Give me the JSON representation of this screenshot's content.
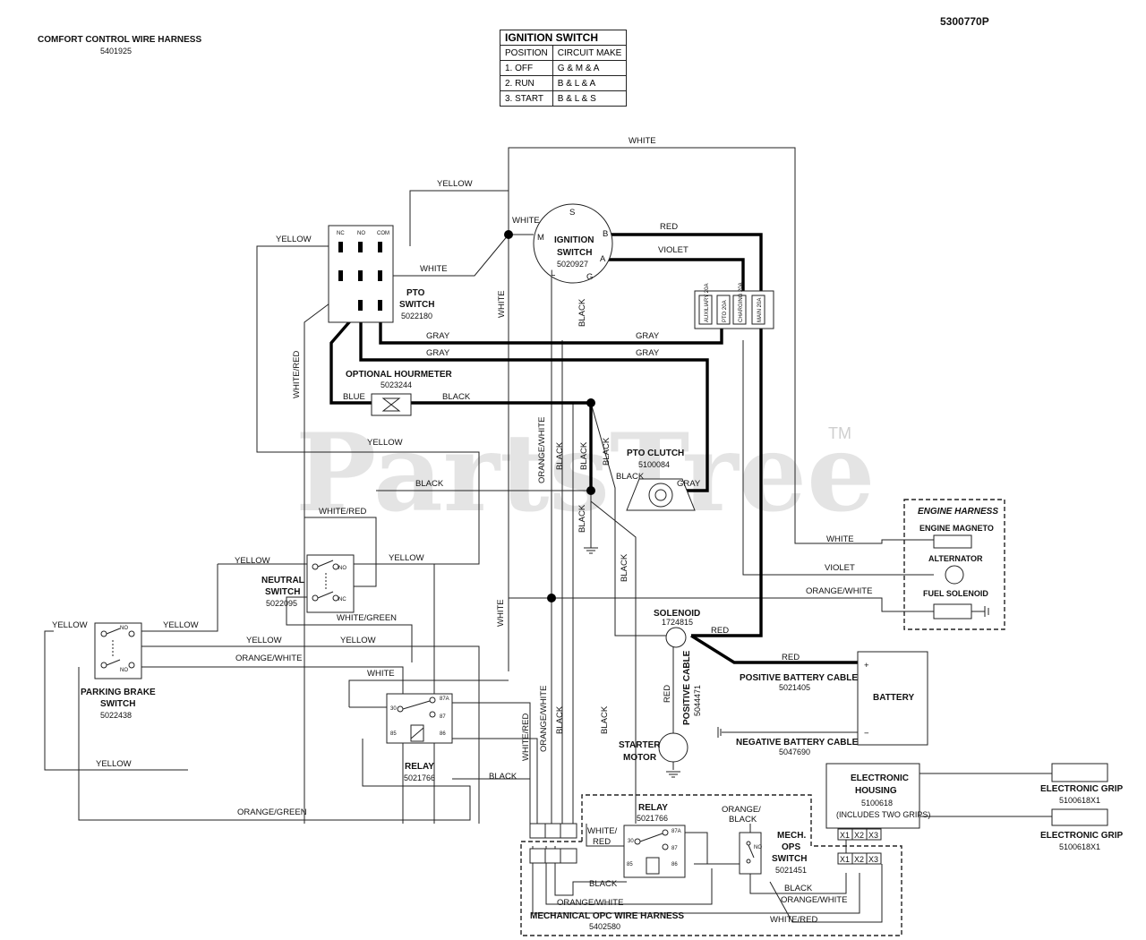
{
  "doc_number": "5300770P",
  "harness_title": "COMFORT CONTROL WIRE HARNESS",
  "harness_pn": "5401925",
  "ignition_table": {
    "title": "IGNITION SWITCH",
    "headers": [
      "POSITION",
      "CIRCUIT MAKE"
    ],
    "rows": [
      [
        "1. OFF",
        "G & M & A"
      ],
      [
        "2. RUN",
        "B & L & A"
      ],
      [
        "3. START",
        "B & L & S"
      ]
    ]
  },
  "watermark": "PartsTree",
  "watermark_tm": "TM",
  "components": {
    "ignition_switch": {
      "name1": "IGNITION",
      "name2": "SWITCH",
      "pn": "5020927",
      "t_s": "S",
      "t_m": "M",
      "t_b": "B",
      "t_a": "A",
      "t_l": "L",
      "t_g": "G"
    },
    "pto_switch": {
      "name1": "PTO",
      "name2": "SWITCH",
      "pn": "5022180",
      "nc": "NC",
      "no": "NO",
      "com": "COM"
    },
    "hourmeter": {
      "name": "OPTIONAL HOURMETER",
      "pn": "5023244"
    },
    "pto_clutch": {
      "name": "PTO CLUTCH",
      "pn": "5100084"
    },
    "neutral_switch": {
      "name1": "NEUTRAL",
      "name2": "SWITCH",
      "pn": "5022095",
      "no": "NO",
      "nc": "NC"
    },
    "parking_brake": {
      "name1": "PARKING BRAKE",
      "name2": "SWITCH",
      "pn": "5022438",
      "no1": "NO",
      "no2": "NO"
    },
    "relay1": {
      "name": "RELAY",
      "pn": "5021766",
      "p30": "30",
      "p87a": "87A",
      "p87": "87",
      "p85": "85",
      "p86": "86"
    },
    "solenoid": {
      "name": "SOLENOID",
      "pn": "1724815"
    },
    "starter": {
      "name1": "STARTER",
      "name2": "MOTOR"
    },
    "battery": {
      "name": "BATTERY",
      "plus": "+",
      "minus": "−"
    },
    "pos_cable": {
      "name": "POSITIVE BATTERY CABLE",
      "pn": "5021405"
    },
    "neg_cable": {
      "name": "NEGATIVE BATTERY CABLE",
      "pn": "5047690"
    },
    "pos_cable_v": {
      "name": "POSITIVE CABLE",
      "pn": "5044471"
    },
    "engine_harness": {
      "title": "ENGINE HARNESS",
      "magneto": "ENGINE MAGNETO",
      "alternator": "ALTERNATOR",
      "fuel_solenoid": "FUEL SOLENOID"
    },
    "fuse_block": {
      "f1": "AUXILIARY 20A",
      "f2": "PTO 20A",
      "f3": "CHARGING 20A",
      "f4": "MAIN 20A"
    },
    "electronic_housing": {
      "name1": "ELECTRONIC",
      "name2": "HOUSING",
      "pn": "5100618",
      "note": "(INCLUDES TWO GRIPS)",
      "x1": "X1",
      "x2": "X2",
      "x3": "X3"
    },
    "grip1": {
      "name": "ELECTRONIC GRIP",
      "pn": "5100618X1"
    },
    "grip2": {
      "name": "ELECTRONIC GRIP",
      "pn": "5100618X1"
    },
    "relay2": {
      "name": "RELAY",
      "pn": "5021766",
      "p30": "30",
      "p87a": "87A",
      "p87": "87",
      "p85": "85",
      "p86": "86"
    },
    "mech_ops": {
      "name1": "MECH.",
      "name2": "OPS",
      "name3": "SWITCH",
      "pn": "5021451",
      "no": "NO",
      "x1": "X1",
      "x2": "X2",
      "x3": "X3"
    },
    "opc_harness": {
      "name": "MECHANICAL OPC WIRE HARNESS",
      "pn": "5402580"
    }
  },
  "wire_labels": {
    "white_top": "WHITE",
    "yellow_top": "YELLOW",
    "white_ign": "WHITE",
    "red_b": "RED",
    "violet_a": "VIOLET",
    "yellow_pto": "YELLOW",
    "white_pto": "WHITE",
    "white_vert": "WHITE",
    "black_vert_g": "BLACK",
    "gray1a": "GRAY",
    "gray1b": "GRAY",
    "gray2a": "GRAY",
    "gray2b": "GRAY",
    "white_red_left": "WHITE/RED",
    "blue": "BLUE",
    "black_hm": "BLACK",
    "orange_white_v": "ORANGE/WHITE",
    "black_v1": "BLACK",
    "black_v2": "BLACK",
    "black_clutch": "BLACK",
    "gray_clutch": "GRAY",
    "black_v3": "BLACK",
    "yellow_mid": "YELLOW",
    "black_mid": "BLACK",
    "white_red_mid": "WHITE/RED",
    "yellow_ns_l": "YELLOW",
    "yellow_ns_r": "YELLOW",
    "black_v4": "BLACK",
    "white_green": "WHITE/GREEN",
    "white_ne": "WHITE",
    "violet_eng": "VIOLET",
    "ow_eng": "ORANGE/WHITE",
    "red_sol": "RED",
    "red_bat": "RED",
    "yellow_pb_l": "YELLOW",
    "yellow_pb_r": "YELLOW",
    "yellow_row1": "YELLOW",
    "yellow_row2": "YELLOW",
    "ow_row": "ORANGE/WHITE",
    "white_relay": "WHITE",
    "white_v2": "WHITE",
    "red_v": "RED",
    "yellow_bot": "YELLOW",
    "black_relay": "BLACK",
    "white_red_v2": "WHITE/RED",
    "ow_v2": "ORANGE/WHITE",
    "black_v5": "BLACK",
    "black_v6": "BLACK",
    "orange_green": "ORANGE/GREEN",
    "white_red_opc1": "WHITE/",
    "white_red_opc2": "RED",
    "ob1": "ORANGE/",
    "ob2": "BLACK",
    "black_opc": "BLACK",
    "black_opc2": "BLACK",
    "ow_opc1": "ORANGE/WHITE",
    "ow_opc2": "ORANGE/WHITE",
    "white_red_opc3": "WHITE/RED"
  }
}
